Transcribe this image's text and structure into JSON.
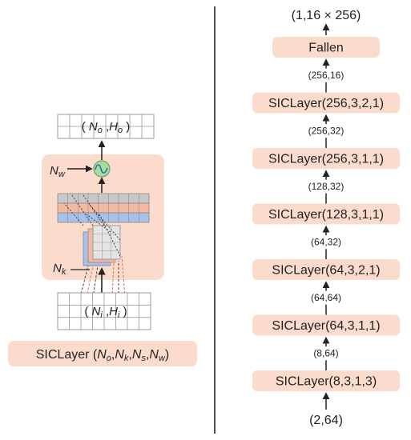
{
  "left": {
    "output_label": {
      "open": "( ",
      "n": "N",
      "n_sub": "o",
      "comma": " ,",
      "h": "H",
      "h_sub": "o",
      "close": " )"
    },
    "input_label": {
      "open": "( ",
      "n": "N",
      "n_sub": "i",
      "comma": " ,",
      "h": "H",
      "h_sub": "i",
      "close": " )"
    },
    "nw_label": {
      "n": "N",
      "sub": "w"
    },
    "nk_label": {
      "n": "N",
      "sub": "k"
    },
    "signature": {
      "prefix": "SICLayer (",
      "p1": "N",
      "p1_sub": "o",
      "sep1": ",",
      "p2": "N",
      "p2_sub": "k",
      "sep2": ",",
      "p3": "N",
      "p3_sub": "s",
      "sep3": ",",
      "p4": "N",
      "p4_sub": "w",
      "suffix": ")"
    },
    "colors": {
      "panel": "#fbdccc",
      "grid_line": "#9a9a9a",
      "row_gray": "#c8c8c8",
      "row_orange": "#f3b9a0",
      "row_blue": "#a9c1e6",
      "activation_fill": "#a8dba0",
      "activation_stroke": "#6aa860"
    }
  },
  "right": {
    "output_shape": "(1,16 × 256)",
    "input_shape": "(2,64)",
    "layers": [
      "Fallen",
      "SICLayer(256,3,2,1)",
      "SICLayer(256,3,1,1)",
      "SICLayer(128,3,1,1)",
      "SICLayer(64,3,2,1)",
      "SICLayer(64,3,1,1)",
      "SICLayer(8,3,1,3)"
    ],
    "edge_labels": [
      "(256,16)",
      "(256,32)",
      "(128,32)",
      "(64,32)",
      "(64,64)",
      "(8,64)"
    ],
    "colors": {
      "box": "#fbdccc",
      "arrow": "#222222"
    }
  }
}
